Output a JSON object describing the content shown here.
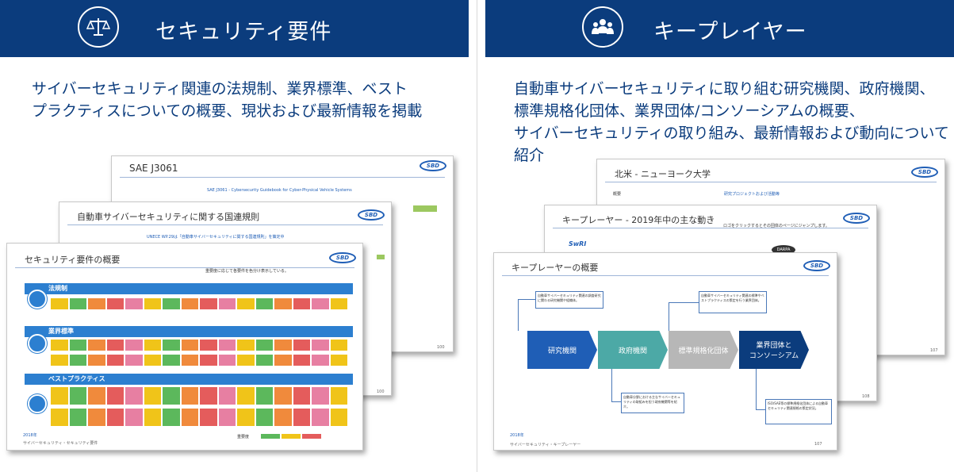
{
  "left": {
    "header_title": "セキュリティ要件",
    "header_icon": "scales-icon",
    "description_lines": [
      "サイバーセキュリティ関連の法規制、業界標準、ベスト",
      "プラクティスについての概要、現状および最新情報を掲載"
    ],
    "slide_back": {
      "title": "SAE J3061",
      "body": "SAE J3061 - Cybersecurity Guidebook for Cyber-Physical Vehicle Systems",
      "page": "100"
    },
    "slide_mid": {
      "title": "自動車サイバーセキュリティに関する国連規則",
      "body": "UNECE WP.29は「自動車サイバーセキュリティに関する国連規則」を策定中",
      "page": "100"
    },
    "slide_front": {
      "title": "セキュリティ要件の概要",
      "note": "重要度に応じて各要件を色分け表示している。",
      "sections": [
        "法規制",
        "業界標準",
        "ベストプラクティス"
      ],
      "legend": "重要度",
      "footer": "サイバーセキュリティ・セキュリティ要件",
      "badge": "2018年"
    }
  },
  "right": {
    "header_title": "キープレイヤー",
    "header_icon": "group-icon",
    "description_lines": [
      "自動車サイバーセキュリティに取り組む研究機関、政府機関、",
      "標準規格化団体、業界団体/コンソーシアムの概要、",
      "サイバーセキュリティの取り組み、最新情報および動向について",
      "紹介"
    ],
    "slide_back": {
      "title": "北米 - ニューヨーク大学",
      "section1": "概要",
      "section2": "研究プロジェクトおよび活動等",
      "page": "107"
    },
    "slide_mid": {
      "title": "キープレーヤー - 2019年中の主な動き",
      "note": "ロゴをクリックするとその団体のページにジャンプします。",
      "org1": "SwRI",
      "org2": "DARPA",
      "page": "108"
    },
    "slide_front": {
      "title": "キープレーヤーの概要",
      "stages": [
        "研究機関",
        "政府機関",
        "標準規格化団体",
        "業界団体と\nコンソーシアム"
      ],
      "callout1": "自動車サイバーセキュリティ関連の調査研究に関わる研究機関や組織体。",
      "callout2": "自動車サイバーセキュリティ関連の標準やベストプラクティスの策定を行う業界団体。",
      "callout3": "自動車分野における主なサイバーセキュリティの取組みを担う政府機関等を紹介。",
      "callout4": "ISO/SAE等の標準規格化団体による自動車セキュリティ関連規格の策定状況。",
      "footer": "サイバーセキュリティ・キープレーヤー",
      "badge": "2018年",
      "page": "107"
    }
  },
  "colors": {
    "header": "#0b3c7d",
    "text": "#0b3c7d",
    "stage1": "#1f5eb6",
    "stage2": "#4ca9a6",
    "stage3": "#b7b7b7",
    "stage4": "#0b3c7d"
  }
}
